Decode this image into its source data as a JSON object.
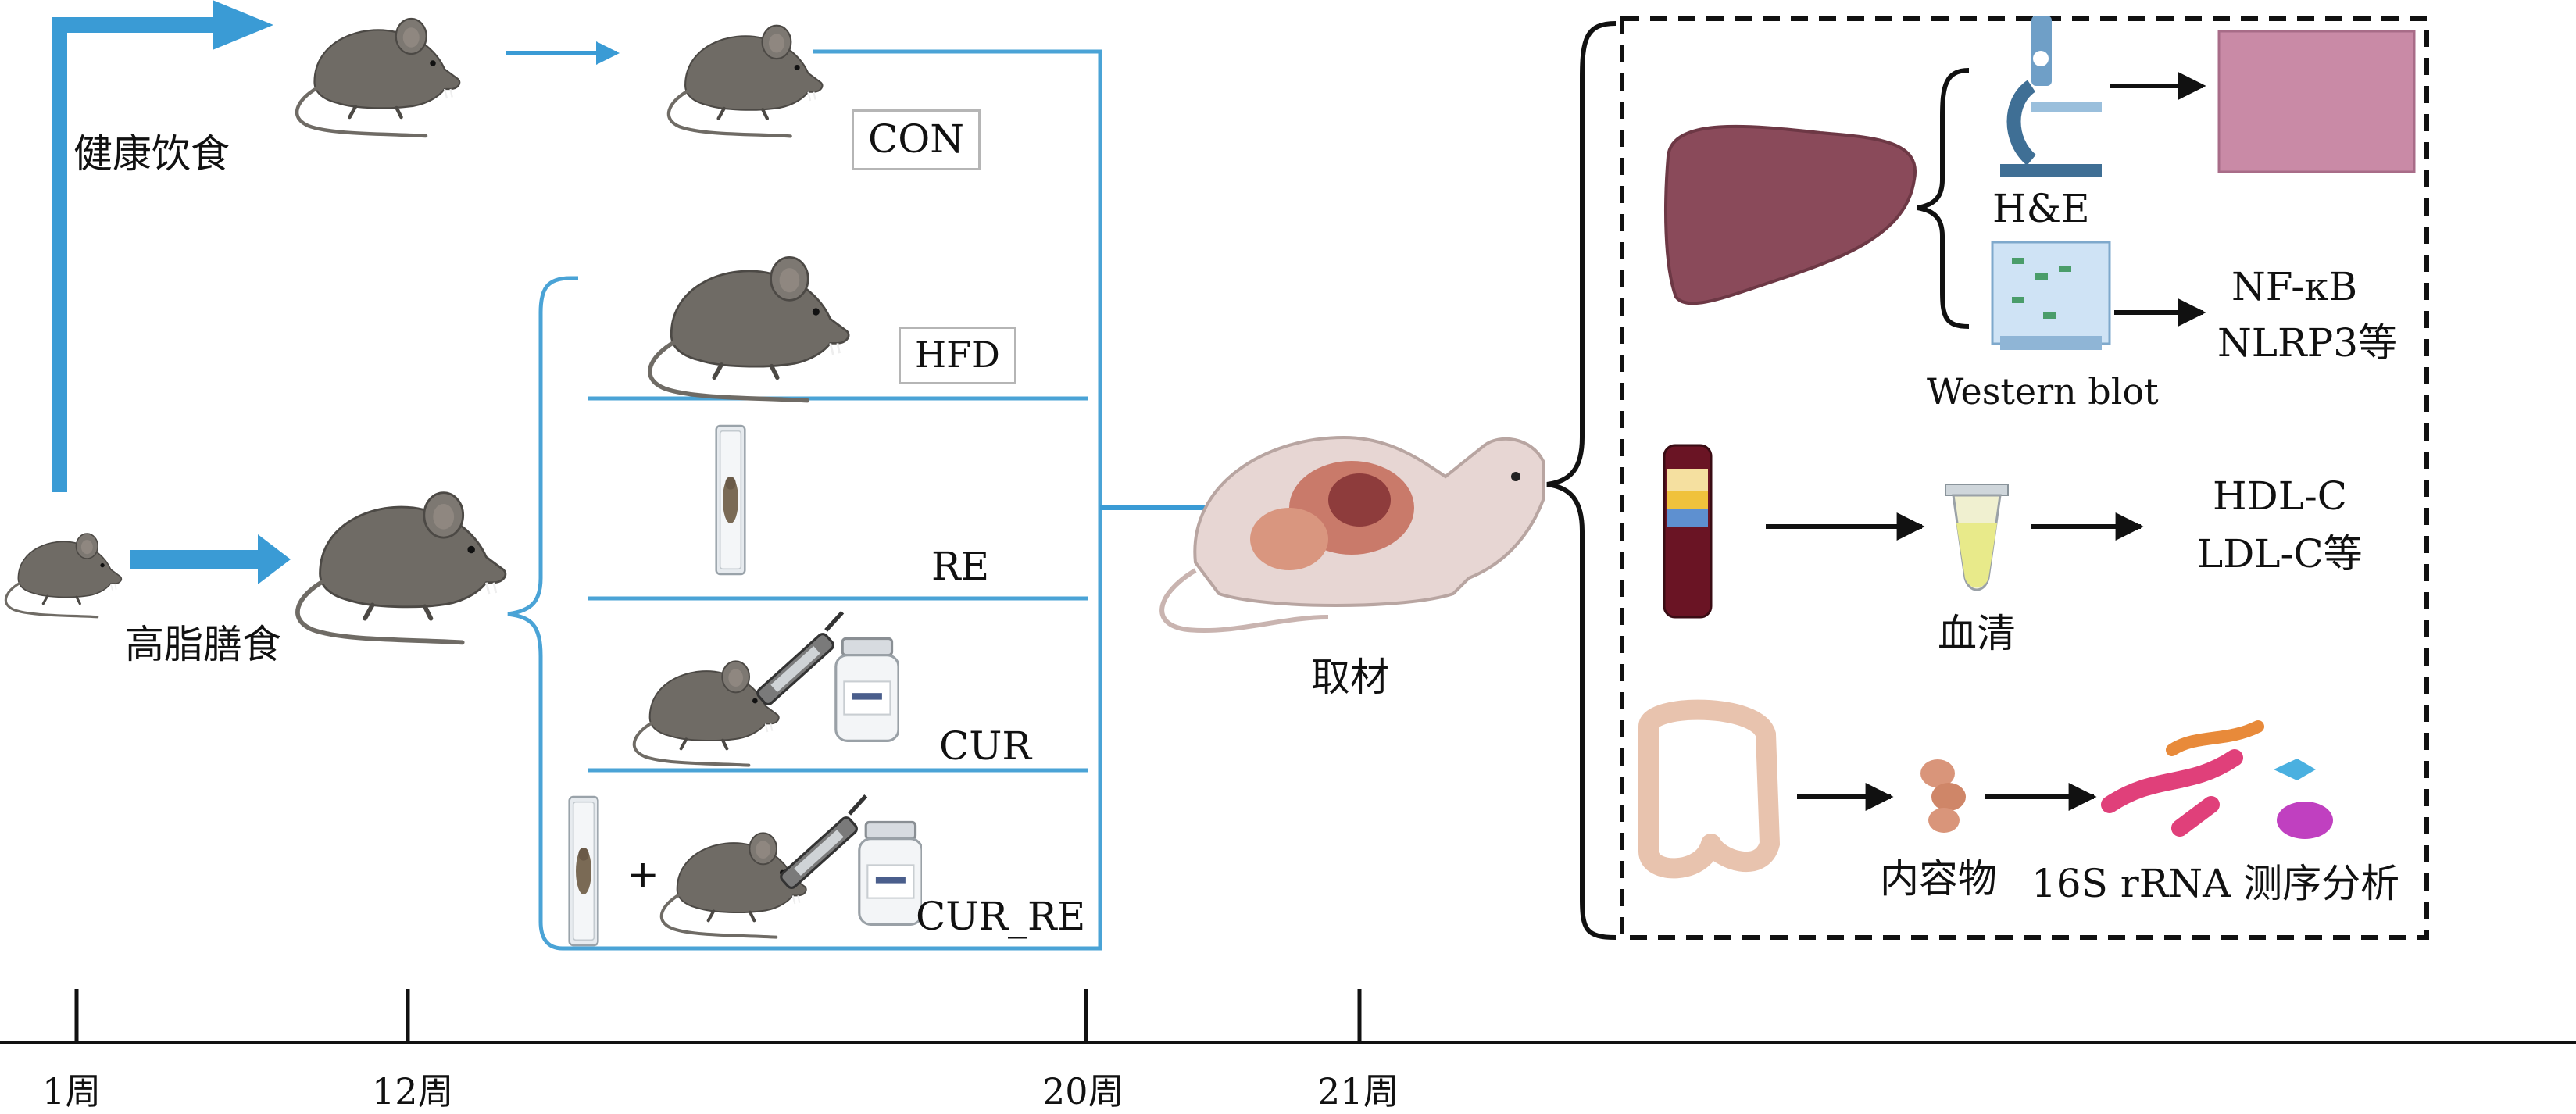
{
  "diets": {
    "healthy": "健康饮食",
    "high_fat": "高脂膳食"
  },
  "groups": [
    {
      "label": "CON"
    },
    {
      "label": "HFD"
    },
    {
      "label": "RE"
    },
    {
      "label": "CUR"
    },
    {
      "label": "CUR_RE"
    }
  ],
  "combo_plus": "+",
  "sampling": "取材",
  "analysis": {
    "liver": {
      "he": "H&E",
      "western": "Western blot",
      "markers": [
        "NF-κB",
        "NLRP3等"
      ]
    },
    "blood": {
      "serum": "血清",
      "markers": [
        "HDL-C",
        "LDL-C等"
      ]
    },
    "gut": {
      "contents": "内容物",
      "sequencing": "16S rRNA 测序分析"
    }
  },
  "timeline": {
    "ticks": [
      "1周",
      "12周",
      "20周",
      "21周"
    ]
  },
  "colors": {
    "arrow_blue": "#3a9bd5",
    "bracket_blue": "#4aa3d6",
    "mouse": "#6f6b65",
    "liver": "#8a4a5a",
    "blood_dark": "#5a1020"
  }
}
